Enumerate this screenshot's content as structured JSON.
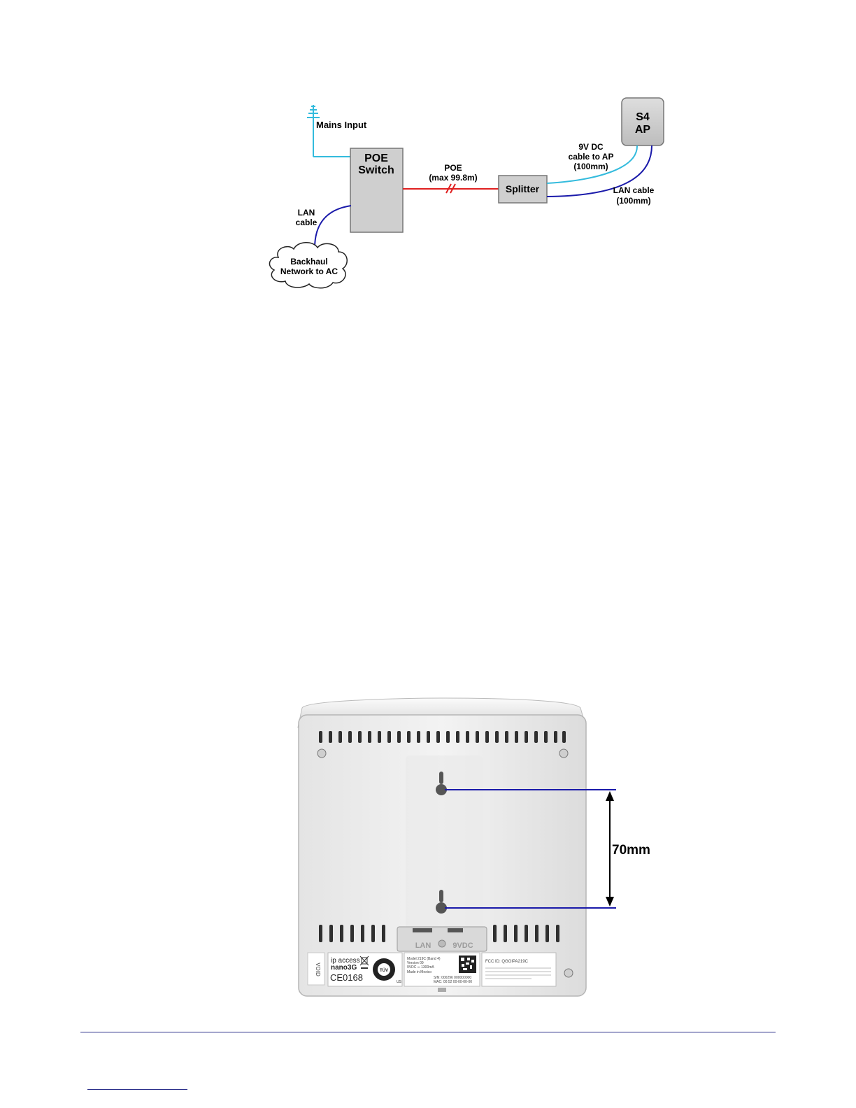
{
  "network_diagram": {
    "mains_input": "Mains Input",
    "poe_switch": [
      "POE",
      "Switch"
    ],
    "poe_link": [
      "POE",
      "(max 99.8m)"
    ],
    "lan_cable_left": [
      "LAN",
      "cable"
    ],
    "backhaul_cloud": [
      "Backhaul",
      "Network to AC"
    ],
    "splitter": "Splitter",
    "ap_box": [
      "S4",
      "AP"
    ],
    "dc_cable": [
      "9V DC",
      "cable to AP",
      "(100mm)"
    ],
    "lan_cable_right": [
      "LAN cable",
      "(100mm)"
    ],
    "colors": {
      "power": "#33bbdd",
      "lan": "#1a1aaa",
      "poe": "#e02020",
      "box_fill": "#cfcfcf",
      "box_stroke": "#777777"
    }
  },
  "device_photo": {
    "measurement": "70mm",
    "brand_line1": "ip access",
    "brand_line2": "nano3G",
    "ce_mark": "CE0168",
    "model_text": "Model 219C (Band 4)",
    "version_text": "Version 09",
    "power_rating": "9VDC ⎓ 1300mA",
    "origin_text": "Made in Mexico",
    "serial_text": "S/N: 000296 000000000",
    "mac_text": "MAC: 00:52 00-00-00-00",
    "fcc_text": "FCC ID: QGOIPA219C",
    "port_lan": "LAN",
    "port_power": "9VDC",
    "void_label": "VOID",
    "tuv_label": "TÜV",
    "us_label": "US"
  }
}
